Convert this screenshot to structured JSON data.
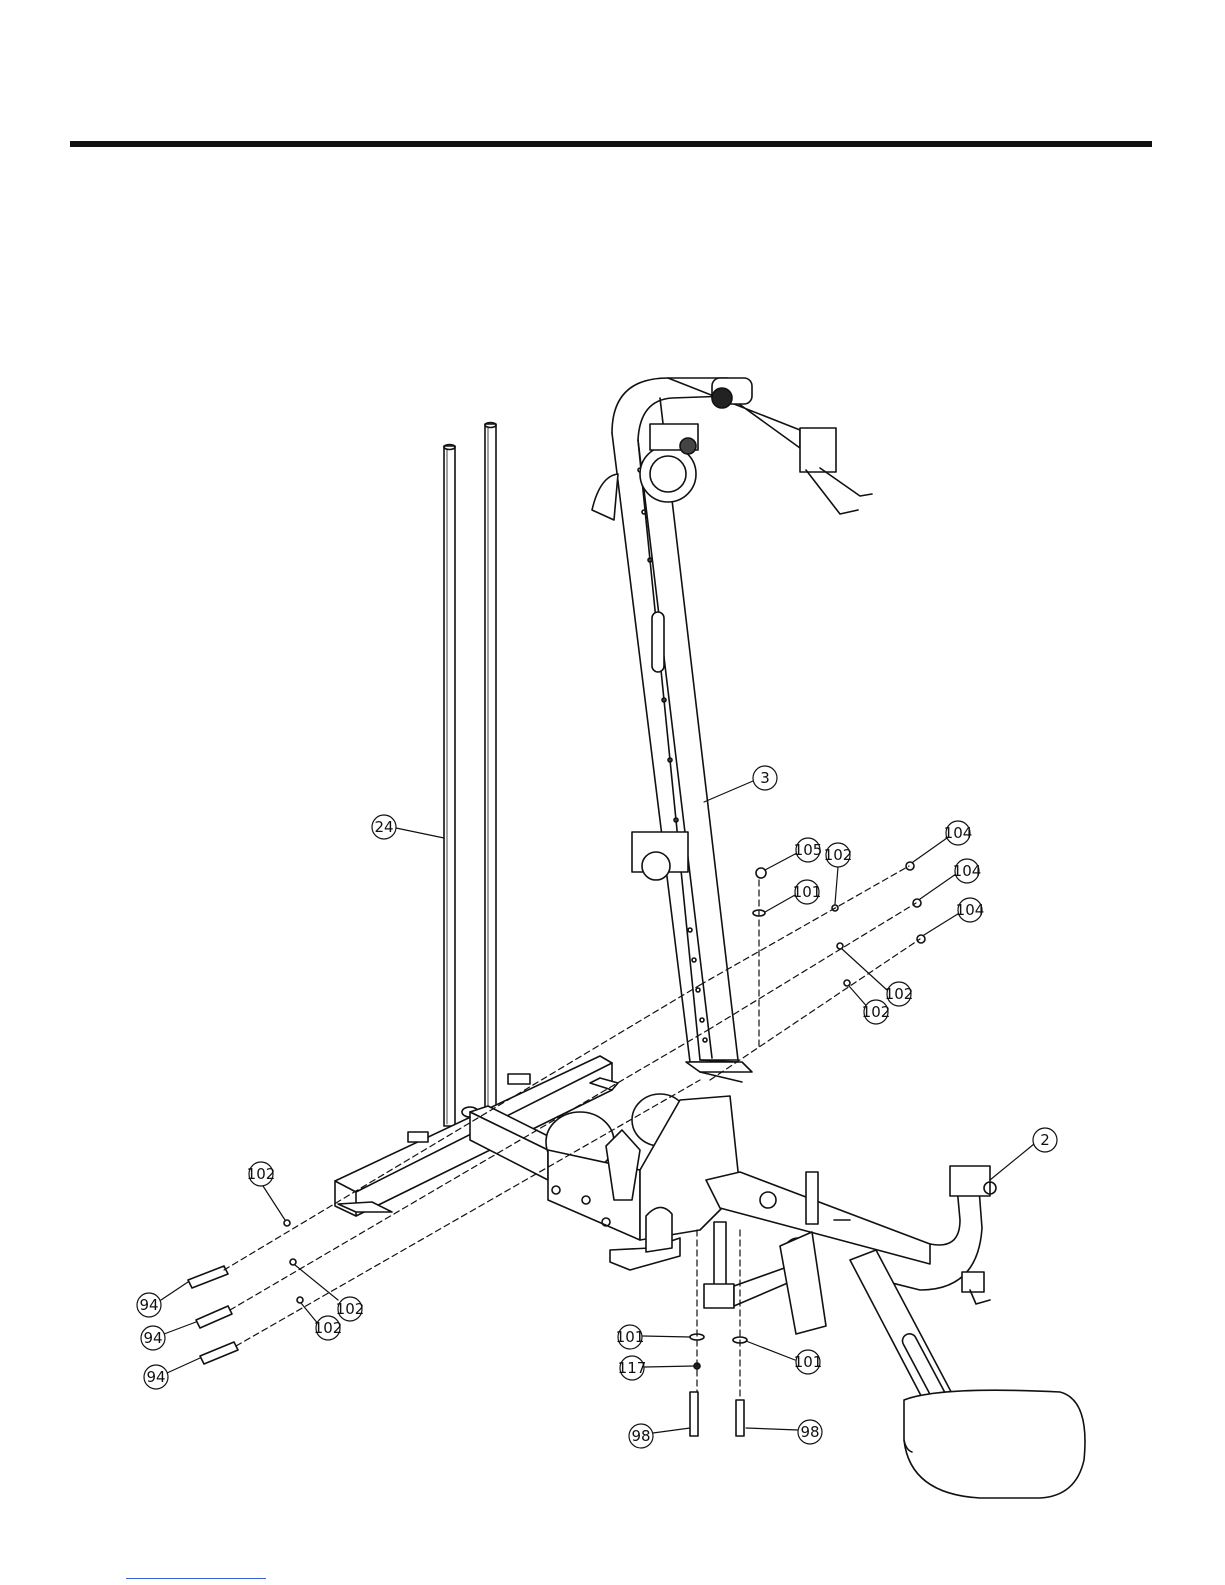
{
  "callouts": [
    {
      "id": "c24",
      "label": "24"
    },
    {
      "id": "c3",
      "label": "3"
    },
    {
      "id": "c105",
      "label": "105"
    },
    {
      "id": "c101a",
      "label": "101"
    },
    {
      "id": "c102a",
      "label": "102"
    },
    {
      "id": "c104a",
      "label": "104"
    },
    {
      "id": "c104b",
      "label": "104"
    },
    {
      "id": "c104c",
      "label": "104"
    },
    {
      "id": "c102b",
      "label": "102"
    },
    {
      "id": "c102c",
      "label": "102"
    },
    {
      "id": "c2",
      "label": "2"
    },
    {
      "id": "c102d",
      "label": "102"
    },
    {
      "id": "c94a",
      "label": "94"
    },
    {
      "id": "c102e",
      "label": "102"
    },
    {
      "id": "c94b",
      "label": "94"
    },
    {
      "id": "c102f",
      "label": "102"
    },
    {
      "id": "c94c",
      "label": "94"
    },
    {
      "id": "c101b",
      "label": "101"
    },
    {
      "id": "c117",
      "label": "117"
    },
    {
      "id": "c101c",
      "label": "101"
    },
    {
      "id": "c98a",
      "label": "98"
    },
    {
      "id": "c98b",
      "label": "98"
    }
  ]
}
